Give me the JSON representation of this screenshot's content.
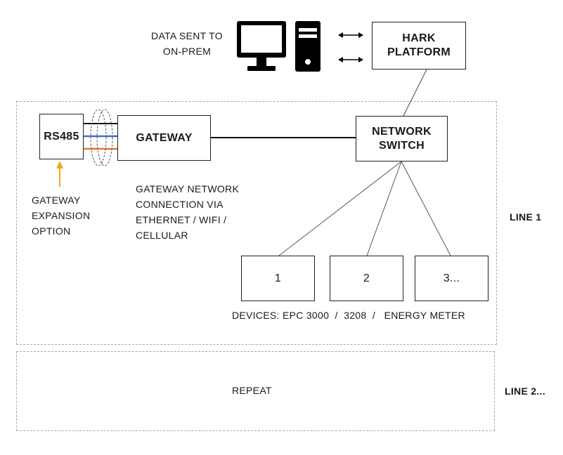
{
  "top": {
    "data_sent_label": "DATA SENT TO ON-PREM",
    "hark_platform": "HARK PLATFORM"
  },
  "line1": {
    "label": "LINE 1",
    "rs485": "RS485",
    "gateway": "GATEWAY",
    "network_switch": "NETWORK SWITCH",
    "gateway_expansion": "GATEWAY EXPANSION OPTION",
    "gateway_connection": "GATEWAY NETWORK CONNECTION VIA ETHERNET / WIFI / CELLULAR",
    "devices": [
      "1",
      "2",
      "3..."
    ],
    "devices_caption": "DEVICES: EPC 3000  /  3208  /   ENERGY METER"
  },
  "line2": {
    "label": "LINE 2...",
    "repeat": "REPEAT"
  },
  "colors": {
    "expansion_arrow": "#f5a623",
    "wire_blue": "#3b6fd1",
    "wire_orange": "#e8772e",
    "wire_black": "#111111",
    "dashed_border": "#a8a8a8"
  },
  "icons": {
    "computer": "desktop-monitor-and-tower",
    "exchange_arrows": "double-headed-arrow"
  }
}
